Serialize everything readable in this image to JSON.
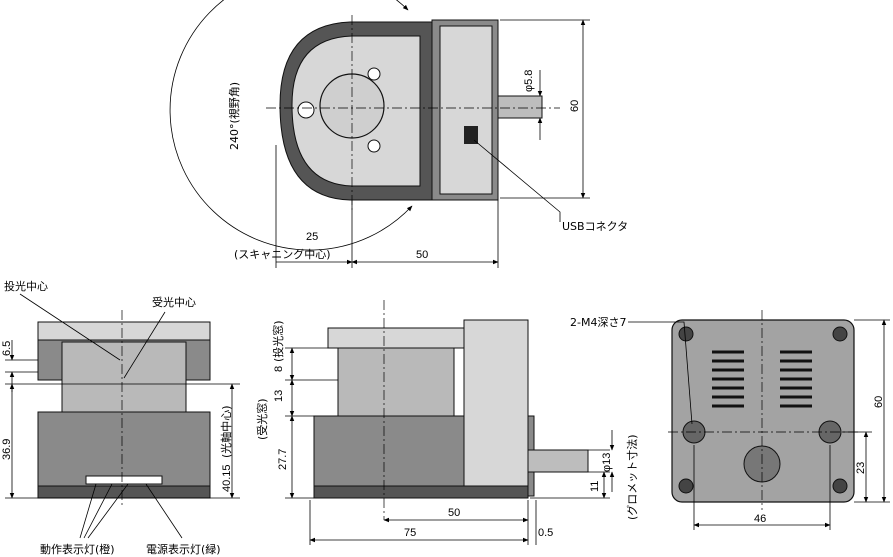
{
  "labels": {
    "view_angle": "240°(視野角)",
    "scan_center": "(スキャニング中心)",
    "usb_connector": "USBコネクタ",
    "emitter_center": "投光中心",
    "receiver_center": "受光中心",
    "emitter_window": "(投光窓)",
    "receiver_window": "(受光窓)",
    "optical_axis_center": "(光軸中心)",
    "grommet_dim": "(グロメット寸法)",
    "tapped_holes": "2-M4深さ7",
    "op_indicator": "動作表示灯(橙)",
    "power_indicator": "電源表示灯(緑)"
  },
  "dims": {
    "phi58": "φ5.8",
    "d60_top": "60",
    "d25": "25",
    "d50_top": "50",
    "d65": "6.5",
    "d369": "36.9",
    "d4015": "40.15",
    "d8": "8",
    "d13": "13",
    "d277": "27.7",
    "d11": "11",
    "phi13": "φ13",
    "d50_side": "50",
    "d75": "75",
    "d05": "0.5",
    "d46": "46",
    "d23": "23",
    "d60_rear": "60"
  }
}
